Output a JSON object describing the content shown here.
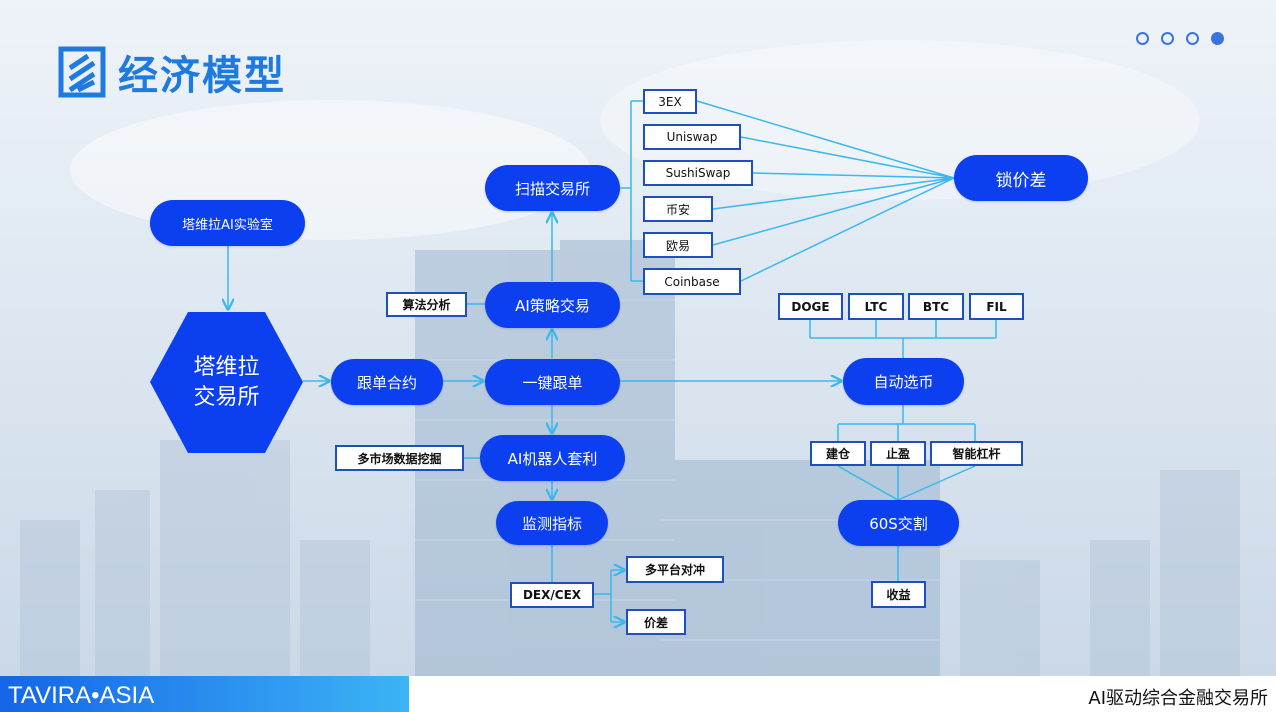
{
  "header": {
    "title": "经济模型",
    "logo_icon": "stripes-logo-icon",
    "pager_dots": 4,
    "active_dot": 4
  },
  "colors": {
    "pill": "#0b3ff0",
    "line": "#39b8ee",
    "box_border": "#1d4fbf",
    "title": "#1f7ae0"
  },
  "nodes": {
    "lab": "塔维拉AI实验室",
    "exchange": "塔维拉\n交易所",
    "follow_contract": "跟单合约",
    "one_click": "一键跟单",
    "scan_exchange": "扫描交易所",
    "ai_strategy": "AI策略交易",
    "ai_robot": "AI机器人套利",
    "monitor": "监测指标",
    "lock_spread": "锁价差",
    "auto_select": "自动选币",
    "settle_60s": "60S交割"
  },
  "boxes": {
    "algo": "算法分析",
    "multi_market": "多市场数据挖掘",
    "dex_cex": "DEX/CEX",
    "multi_hedge": "多平台对冲",
    "spread": "价差",
    "build": "建仓",
    "stop": "止盈",
    "leverage": "智能杠杆",
    "profit": "收益"
  },
  "exchanges": [
    "3EX",
    "Uniswap",
    "SushiSwap",
    "币安",
    "欧易",
    "Coinbase"
  ],
  "coins": [
    "DOGE",
    "LTC",
    "BTC",
    "FIL"
  ],
  "footer": {
    "brand": "TAVIRA•ASIA",
    "tagline": "AI驱动综合金融交易所"
  }
}
